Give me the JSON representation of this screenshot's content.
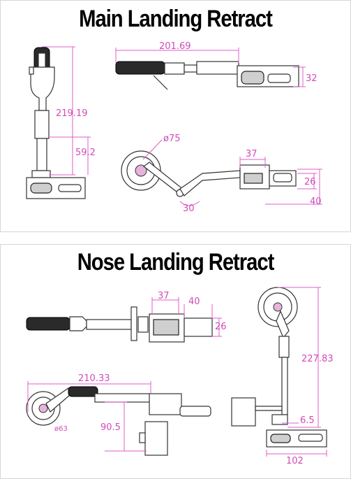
{
  "main": {
    "title": "Main Landing Retract",
    "dims": {
      "length": "201.69",
      "height_small": "32",
      "total_height": "219.19",
      "strut": "59.2",
      "wheel_dia": "ø75",
      "mount_w": "37",
      "depth": "26",
      "mount_len": "40",
      "angle": "30"
    }
  },
  "nose": {
    "title": "Nose Landing Retract",
    "dims": {
      "mount_w": "37",
      "mount_len": "40",
      "depth": "26",
      "length": "210.33",
      "wheel_dia": "ø63",
      "servo_h": "90.5",
      "total_height": "227.83",
      "offset": "6.5",
      "base_w": "102"
    }
  },
  "colors": {
    "dimension": "#d14bb8",
    "background": "#ffffff",
    "title": "#000000"
  }
}
